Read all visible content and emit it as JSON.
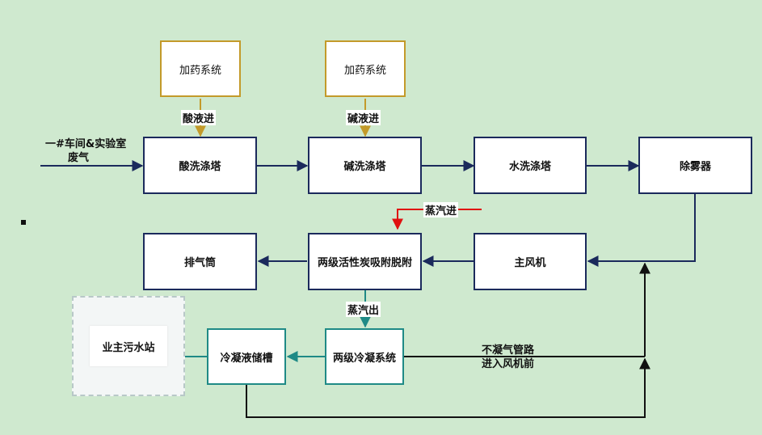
{
  "colors": {
    "background": "#cfe9cf",
    "main_flow": "#1b2a5c",
    "reagent": "#c39a2a",
    "condensate": "#1f8a86",
    "steam_in": "#e01010",
    "bypass": "#111111"
  },
  "source": {
    "line1": "一#车间&实验室",
    "line2": "废气"
  },
  "nodes": {
    "dosing_1": "加药系统",
    "dosing_2": "加药系统",
    "acid_tower": "酸洗涤塔",
    "alkali_tower": "碱洗涤塔",
    "water_tower": "水洗涤塔",
    "demister": "除雾器",
    "main_fan": "主风机",
    "adsorber": "两级活性炭吸附脱附",
    "stack": "排气筒",
    "condenser": "两级冷凝系统",
    "condensate_tank": "冷凝液储槽",
    "sewage_station": "业主污水站"
  },
  "edge_labels": {
    "acid_in": "酸液进",
    "alkali_in": "碱液进",
    "steam_in": "蒸汽进",
    "steam_out": "蒸汽出",
    "noncondensable_1": "不凝气管路",
    "noncondensable_2": "进入风机前"
  }
}
